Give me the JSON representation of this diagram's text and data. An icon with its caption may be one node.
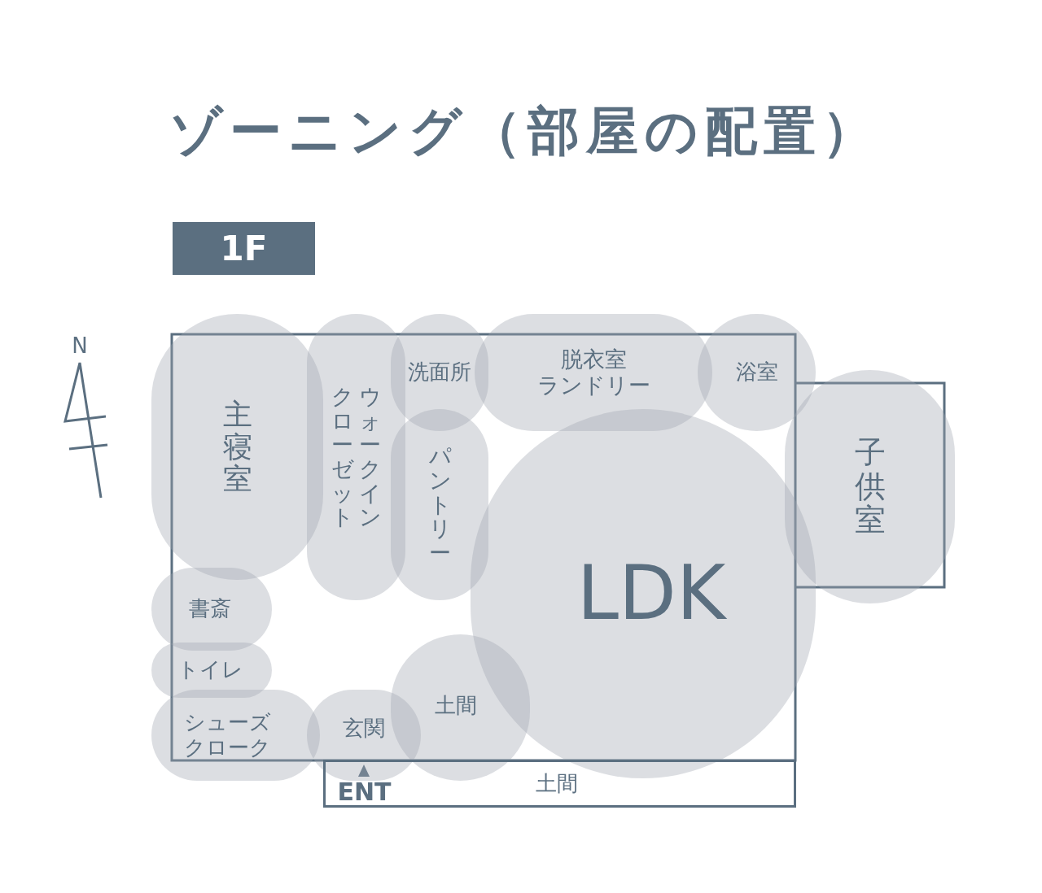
{
  "diagram": {
    "title": "ゾーニング（部屋の配置）",
    "nodes": [
      {
        "text": [
          "主寝室"
        ]
      },
      {
        "text": [
          "ウォークインクローゼット"
        ]
      },
      {
        "text": [
          "洗面所"
        ]
      },
      {
        "text": [
          "脱衣室ランドリー"
        ]
      },
      {
        "text": [
          "浴室"
        ]
      },
      {
        "text": [
          "パントリー"
        ]
      },
      {
        "text": [
          "子供室"
        ]
      },
      {
        "text": [
          "LDK"
        ]
      },
      {
        "text": [
          "書斎"
        ]
      },
      {
        "text": [
          "トイレ"
        ]
      },
      {
        "text": [
          "シューズクローク"
        ]
      },
      {
        "text": [
          "玄関"
        ]
      },
      {
        "text": [
          "土間"
        ]
      },
      {
        "text": [
          "土間"
        ]
      }
    ],
    "labels": [
      "1F",
      "N",
      "ENT"
    ]
  }
}
